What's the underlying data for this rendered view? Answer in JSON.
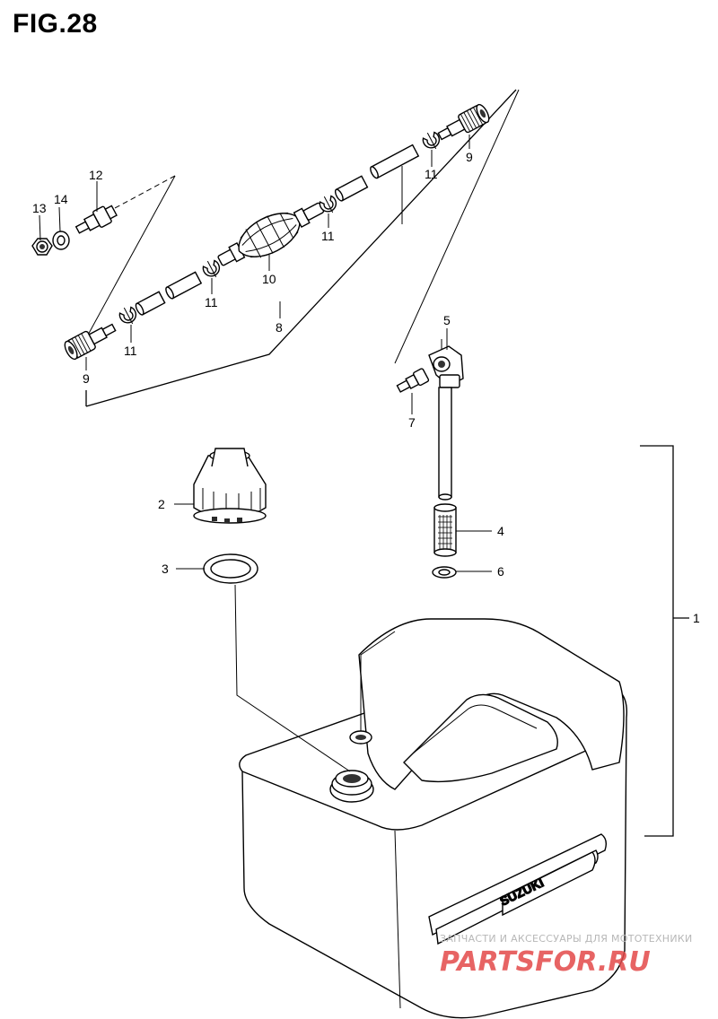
{
  "figure": {
    "title": "FIG.28"
  },
  "callouts": {
    "tank": "1",
    "cap": "2",
    "gasket": "3",
    "filter": "4",
    "elbow": "5",
    "washer": "6",
    "nipple": "7",
    "hose_assy": "8",
    "connector_left": "9",
    "connector_right": "9",
    "primer_bulb": "10",
    "clip_1": "11",
    "clip_2": "11",
    "clip_3": "11",
    "clip_4": "11",
    "fitting": "12",
    "nut": "13",
    "washer_small": "14"
  },
  "tank_brand": "SUZUKI",
  "watermark": {
    "caption": "ЗАПЧАСТИ И АКСЕССУАРЫ ДЛЯ МОТОТЕХНИКИ",
    "logo_text": "PARTSFOR.RU",
    "logo_color": "#e34a4a"
  }
}
